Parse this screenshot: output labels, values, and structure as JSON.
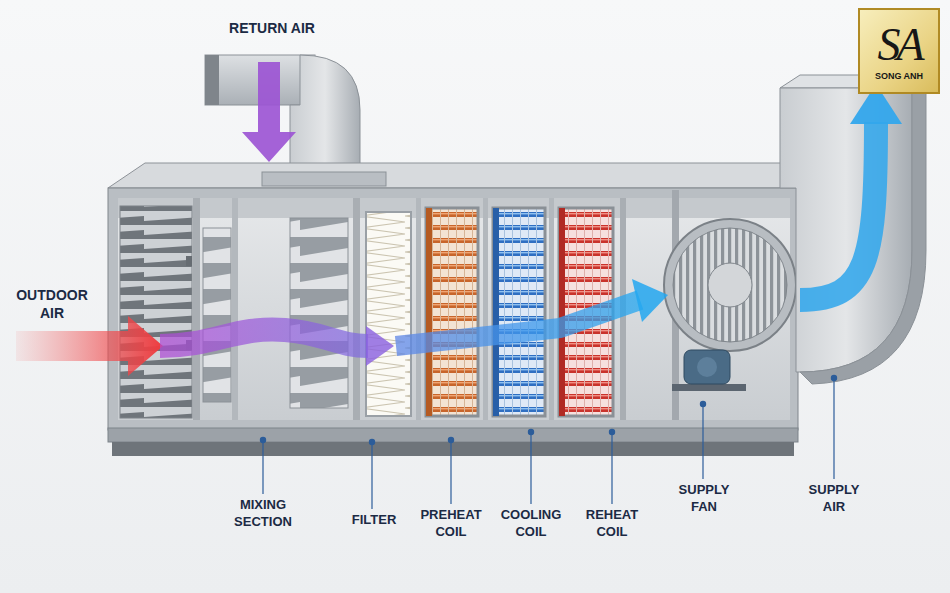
{
  "diagram": {
    "nodes": [
      {
        "text": [
          "SA",
          "SONG ANH"
        ]
      }
    ],
    "labels": [
      "RETURN AIR",
      "OUTDOOR AIR",
      "MIXING SECTION",
      "FILTER",
      "PREHEAT COIL",
      "COOLING COIL",
      "REHEAT COIL",
      "SUPPLY FAN",
      "SUPPLY AIR"
    ]
  }
}
